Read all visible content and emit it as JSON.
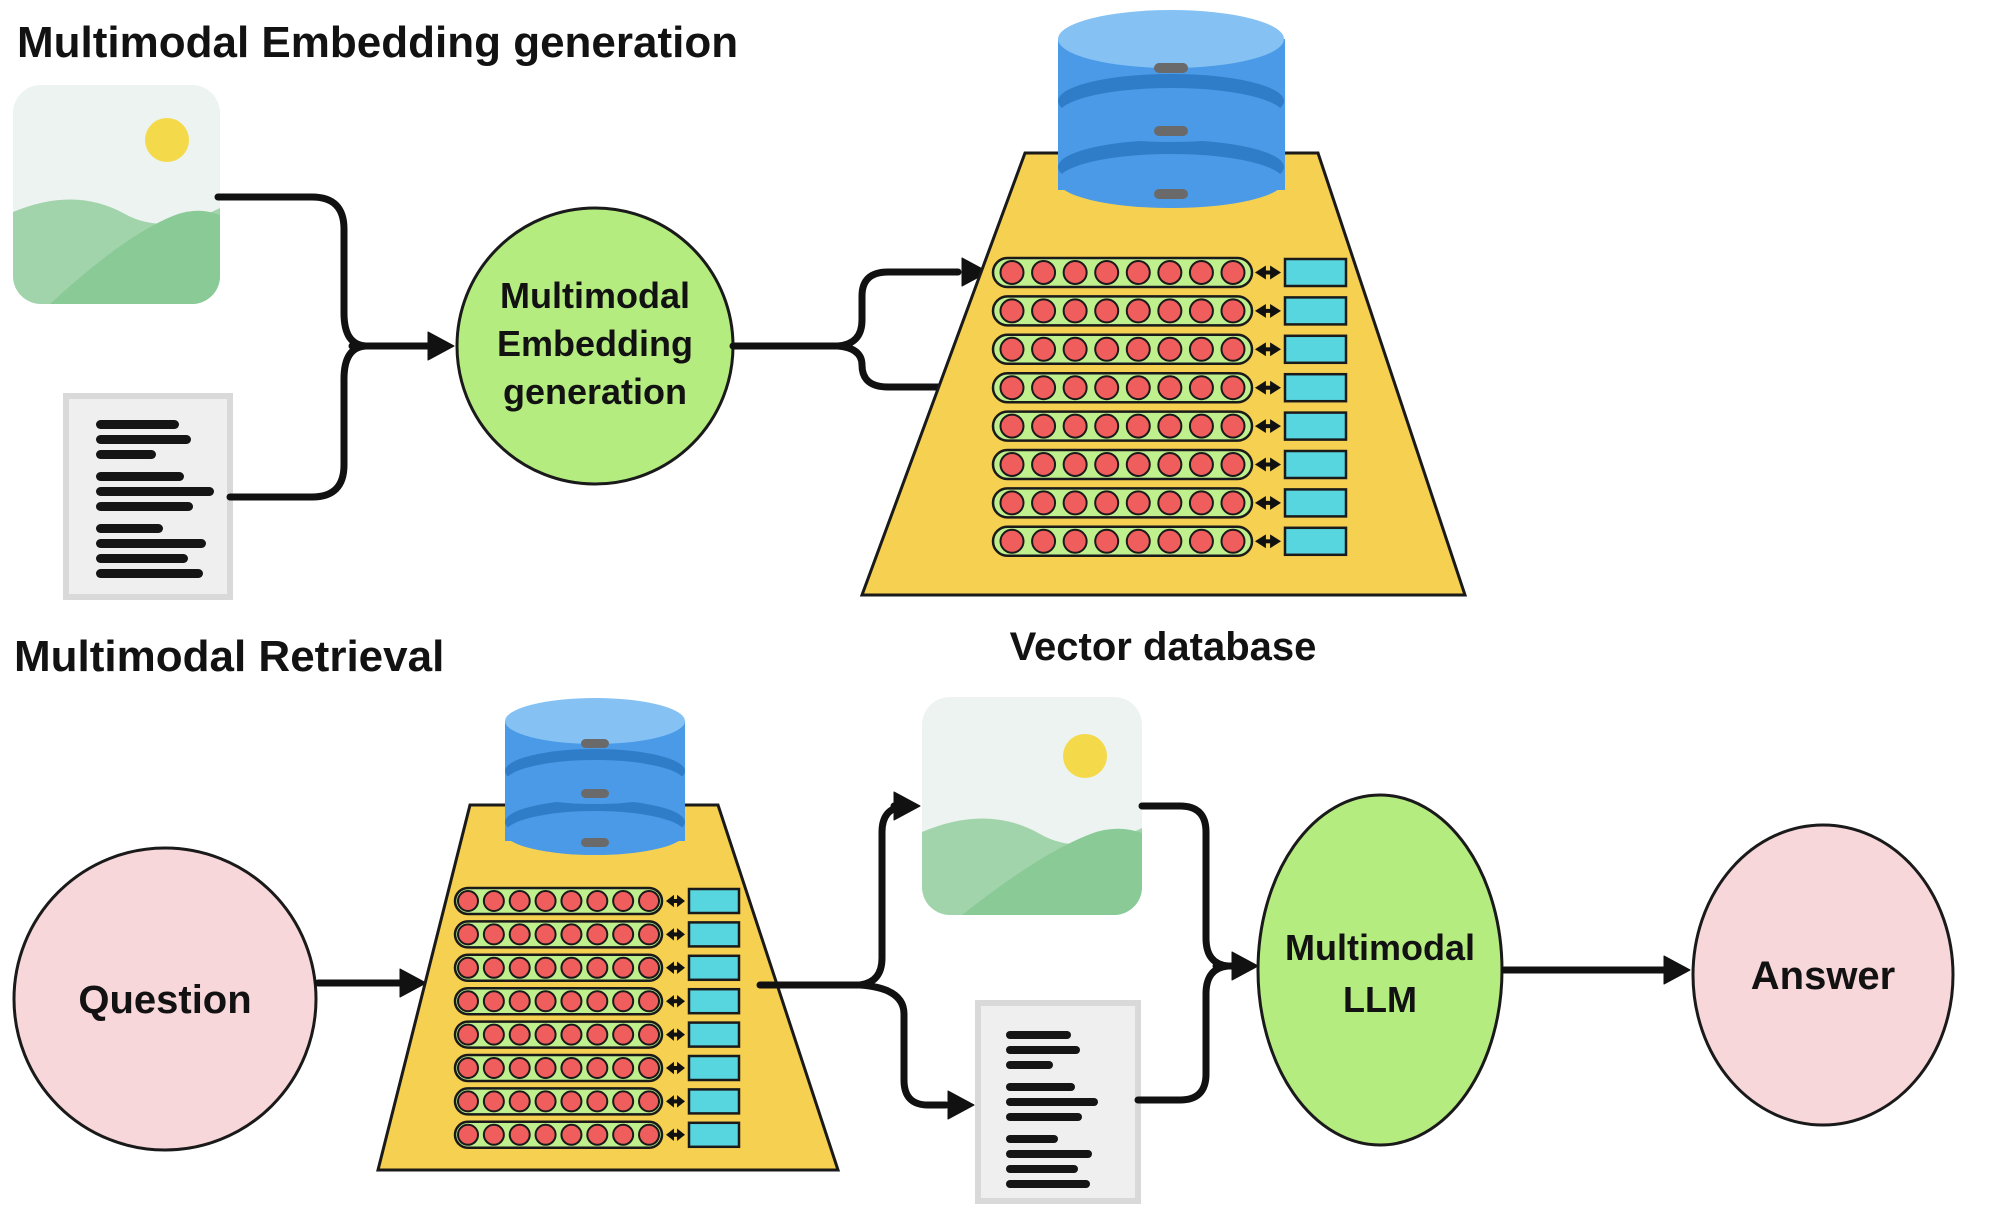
{
  "titles": {
    "embedding": "Multimodal Embedding generation",
    "retrieval": "Multimodal Retrieval"
  },
  "nodes": {
    "embedder": {
      "lines": [
        "Multimodal",
        "Embedding",
        "generation"
      ]
    },
    "vector_db": {
      "label": "Vector database",
      "rows": 8,
      "dots_per_row": 8
    },
    "retrieval_db": {
      "rows": 8,
      "dots_per_row": 8
    },
    "question": {
      "label": "Question"
    },
    "llm": {
      "lines": [
        "Multimodal",
        "LLM"
      ]
    },
    "answer": {
      "label": "Answer"
    }
  },
  "colors": {
    "process_fill": "#b5ec80",
    "terminal_fill": "#f8d7db",
    "trapezoid_fill": "#f6d051",
    "embedding_pill_fill": "#bff08d",
    "embedding_dot_fill": "#ef5e5c",
    "vector_value_fill": "#58d6e0",
    "database_body": "#4a9ae8",
    "database_top": "#85c2f3",
    "database_band": "#2f7dc8",
    "connector": "#111111"
  }
}
